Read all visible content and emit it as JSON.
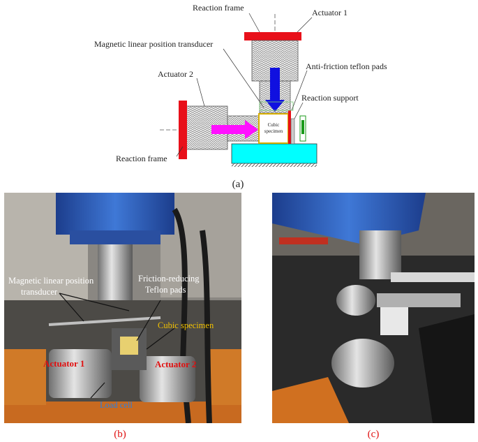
{
  "schematic": {
    "labels": {
      "reaction_frame_top": "Reaction frame",
      "actuator_1": "Actuator 1",
      "magnetic_transducer": "Magnetic linear position transducer",
      "teflon_pads": "Anti-friction teflon pads",
      "actuator_2": "Actuator 2",
      "reaction_support": "Reaction support",
      "specimen_line1": "Cubic",
      "specimen_line2": "specimen",
      "reaction_frame_bottom": "Reaction frame"
    },
    "caption": "(a)"
  },
  "photo_b": {
    "labels": {
      "magnetic_line1": "Magnetic linear position",
      "magnetic_line2": "transducer",
      "friction_line1": "Friction-reducing",
      "friction_line2": "Teflon pads",
      "cubic_specimen": "Cubic specimen",
      "actuator_1": "Actuator 1",
      "actuator_2": "Actuator 2",
      "load_cell": "Load cell"
    },
    "caption": "(b)"
  },
  "photo_c": {
    "caption": "(c)"
  },
  "colors": {
    "frame_red": "#e8101a",
    "arrow_blue": "#1010e0",
    "arrow_magenta": "#ff10ff",
    "base_cyan": "#00ffff",
    "specimen_border": "#d8b000",
    "caption_red": "#e01010"
  }
}
